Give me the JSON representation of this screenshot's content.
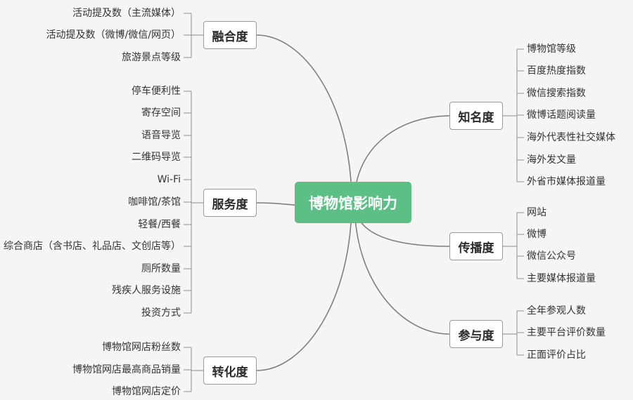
{
  "center": "博物馆影响力",
  "branches": {
    "fusion": {
      "label": "融合度",
      "items": [
        "活动提及数（主流媒体）",
        "活动提及数（微博/微信/网页）",
        "旅游景点等级"
      ]
    },
    "service": {
      "label": "服务度",
      "items": [
        "停车便利性",
        "寄存空间",
        "语音导览",
        "二维码导览",
        "Wi-Fi",
        "咖啡馆/茶馆",
        "轻餐/西餐",
        "综合商店（含书店、礼品店、文创店等）",
        "厕所数量",
        "残疾人服务设施",
        "投资方式"
      ]
    },
    "conversion": {
      "label": "转化度",
      "items": [
        "博物馆网店粉丝数",
        "博物馆网店最高商品销量",
        "博物馆网店定价"
      ]
    },
    "fame": {
      "label": "知名度",
      "items": [
        "博物馆等级",
        "百度热度指数",
        "微信搜索指数",
        "微博话题阅读量",
        "海外代表性社交媒体",
        "海外发文量",
        "外省市媒体报道量"
      ]
    },
    "spread": {
      "label": "传播度",
      "items": [
        "网站",
        "微博",
        "微信公众号",
        "主要媒体报道量"
      ]
    },
    "participation": {
      "label": "参与度",
      "items": [
        "全年参观人数",
        "主要平台评价数量",
        "正面评价占比"
      ]
    }
  },
  "colors": {
    "center_fill": "#5cbf86",
    "line": "#7f7f7f",
    "bracket": "#a0a0a0"
  }
}
